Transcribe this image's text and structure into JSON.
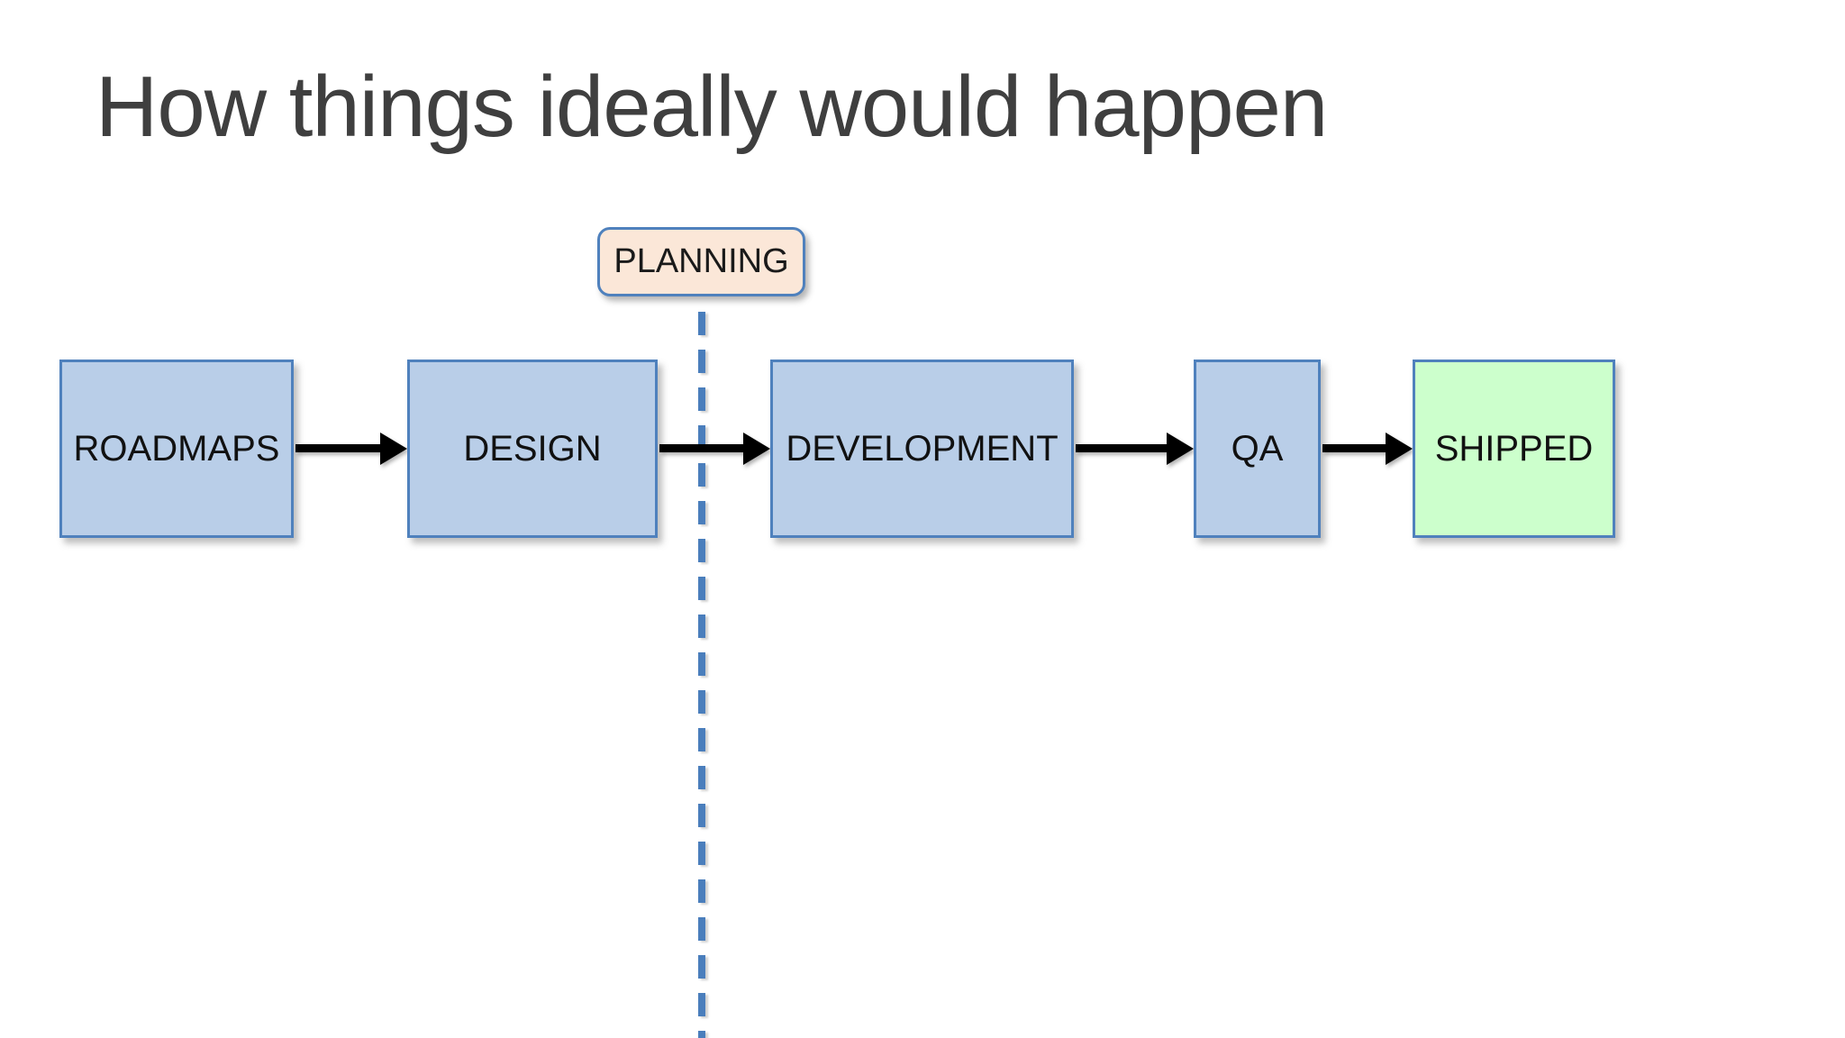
{
  "slide": {
    "title": "How things ideally would happen",
    "background_color": "#ffffff",
    "title_color": "#3f3f3f"
  },
  "flow": {
    "phase_label": {
      "label": "PLANNING",
      "fill": "#fbe7d8",
      "border": "#4f81bd"
    },
    "divider": {
      "style": "dashed-vertical",
      "color": "#4a7ebc"
    },
    "nodes": [
      {
        "id": "roadmaps",
        "label": "ROADMAPS",
        "fill": "#b9cee8",
        "border": "#4f81bd"
      },
      {
        "id": "design",
        "label": "DESIGN",
        "fill": "#b9cee8",
        "border": "#4f81bd"
      },
      {
        "id": "development",
        "label": "DEVELOPMENT",
        "fill": "#b9cee8",
        "border": "#4f81bd"
      },
      {
        "id": "qa",
        "label": "QA",
        "fill": "#b9cee8",
        "border": "#4f81bd"
      },
      {
        "id": "shipped",
        "label": "SHIPPED",
        "fill": "#ccffcc",
        "border": "#4f81bd"
      }
    ],
    "arrows": [
      {
        "from": "roadmaps",
        "to": "design"
      },
      {
        "from": "design",
        "to": "development"
      },
      {
        "from": "development",
        "to": "qa"
      },
      {
        "from": "qa",
        "to": "shipped"
      }
    ],
    "arrow_color": "#000000"
  }
}
